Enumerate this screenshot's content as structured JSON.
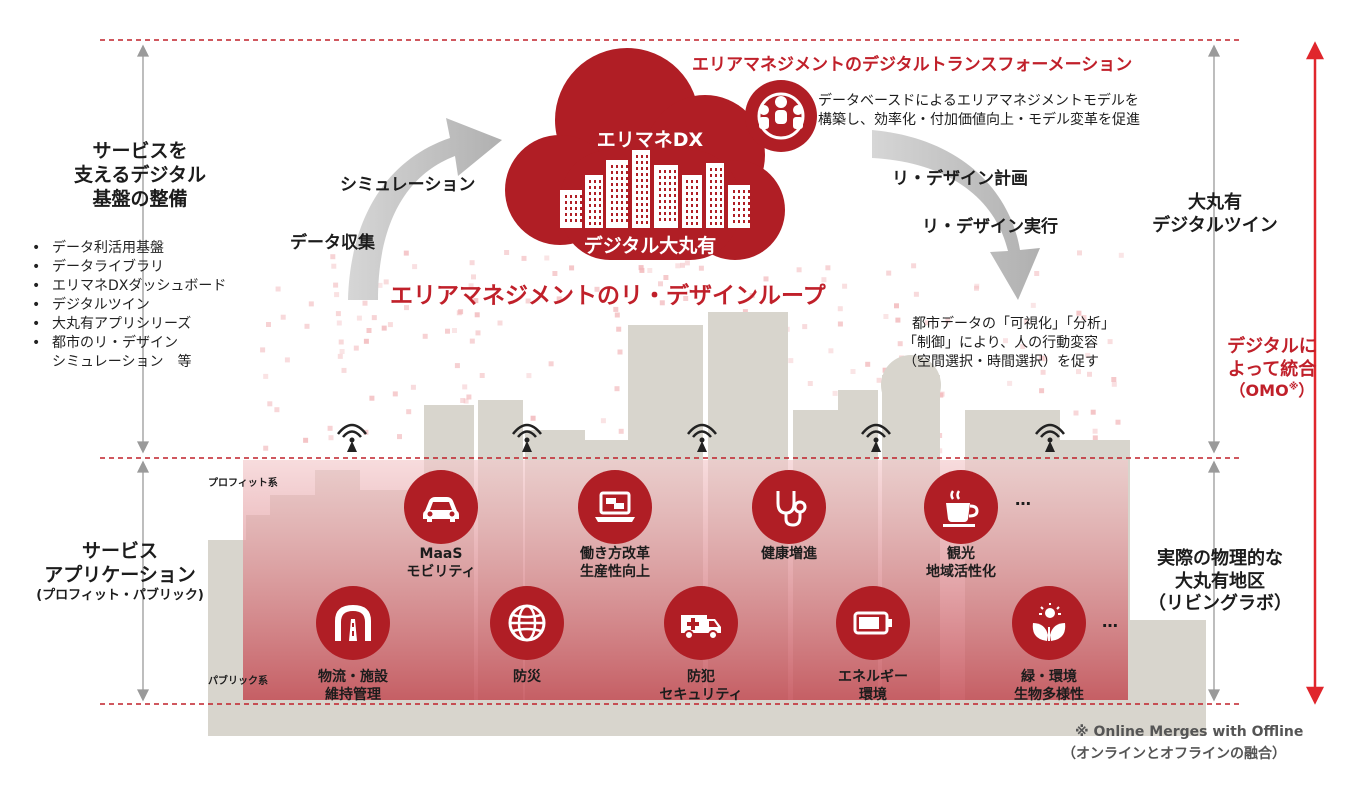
{
  "header": {
    "dx_title": "エリアマネジメントのデジタルトランスフォーメーション",
    "dx_desc_1": "データベースドによるエリアマネジメントモデルを",
    "dx_desc_2": "構築し、効率化・付加価値向上・モデル変革を促進"
  },
  "cloud": {
    "top_label": "エリマネDX",
    "bottom_label": "デジタル大丸有"
  },
  "loop": {
    "title": "エリアマネジメントのリ・デザインループ",
    "data_collection": "データ収集",
    "simulation": "シミュレーション",
    "redesign_plan": "リ・デザイン計画",
    "redesign_exec": "リ・デザイン実行",
    "city_data_1": "都市データの「可視化」「分析」",
    "city_data_2": "「制御」により、人の行動変容",
    "city_data_3": "（空間選択・時間選択）を促す"
  },
  "left": {
    "digital_base_1": "サービスを",
    "digital_base_2": "支えるデジタル",
    "digital_base_3": "基盤の整備",
    "bullets": [
      "データ利活用基盤",
      "データライブラリ",
      "エリマネDXダッシュボード",
      "デジタルツイン",
      "大丸有アプリシリーズ",
      "都市のリ・デザイン",
      "シミュレーション　等"
    ],
    "service_app_1": "サービス",
    "service_app_2": "アプリケーション",
    "service_app_3": "(プロフィット・パブリック)"
  },
  "right": {
    "twin_1": "大丸有",
    "twin_2": "デジタルツイン",
    "omo_1": "デジタルに",
    "omo_2": "よって統合",
    "omo_3": "（OMO",
    "omo_mark": "※",
    "omo_close": "）",
    "physical_1": "実際の物理的な",
    "physical_2": "大丸有地区",
    "physical_3": "（リビングラボ）"
  },
  "services": {
    "profit_label": "プロフィット系",
    "public_label": "パブリック系",
    "ellipsis": "…",
    "profit": [
      {
        "icon": "car-icon",
        "line1": "MaaS",
        "line2": "モビリティ"
      },
      {
        "icon": "laptop-chat-icon",
        "line1": "働き方改革",
        "line2": "生産性向上"
      },
      {
        "icon": "stethoscope-icon",
        "line1": "健康増進",
        "line2": ""
      },
      {
        "icon": "coffee-cup-icon",
        "line1": "観光",
        "line2": "地域活性化"
      }
    ],
    "public": [
      {
        "icon": "tunnel-road-icon",
        "line1": "物流・施設",
        "line2": "維持管理"
      },
      {
        "icon": "globe-icon",
        "line1": "防災",
        "line2": ""
      },
      {
        "icon": "ambulance-icon",
        "line1": "防犯",
        "line2": "セキュリティ"
      },
      {
        "icon": "battery-icon",
        "line1": "エネルギー",
        "line2": "環境"
      },
      {
        "icon": "leaf-sun-icon",
        "line1": "緑・環境",
        "line2": "生物多様性"
      }
    ]
  },
  "footnote": {
    "line1": "※ Online Merges with Offline",
    "line2": "（オンラインとオフラインの融合）"
  },
  "colors": {
    "brand_red": "#b01e25",
    "accent_red": "#e0262c",
    "gray_arrow": "#b9b9b9",
    "building_gray": "#d7d4cc"
  }
}
